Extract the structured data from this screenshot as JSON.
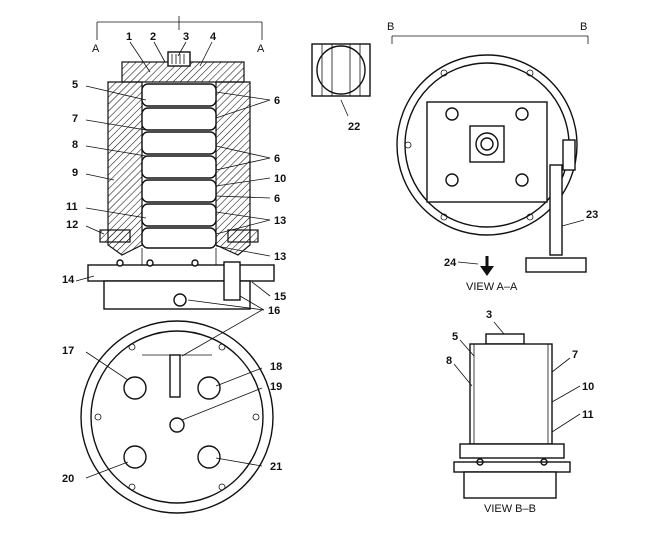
{
  "section_markers": {
    "a_left": "A",
    "a_right": "A",
    "b_left": "B",
    "b_right": "B"
  },
  "views": {
    "view_a": "VIEW A–A",
    "view_b": "VIEW B–B"
  },
  "callouts": {
    "c1": "1",
    "c2": "2",
    "c3": "3",
    "c4": "4",
    "c5": "5",
    "c6a": "6",
    "c6b": "6",
    "c6c": "6",
    "c7": "7",
    "c8": "8",
    "c9": "9",
    "c10": "10",
    "c11": "11",
    "c12": "12",
    "c13a": "13",
    "c13b": "13",
    "c14": "14",
    "c15": "15",
    "c16": "16",
    "c17": "17",
    "c18": "18",
    "c19": "19",
    "c20": "20",
    "c21": "21",
    "c22": "22",
    "c23": "23",
    "c24": "24",
    "b3": "3",
    "b5": "5",
    "b8": "8",
    "b7": "7",
    "b10": "10",
    "b11": "11"
  }
}
